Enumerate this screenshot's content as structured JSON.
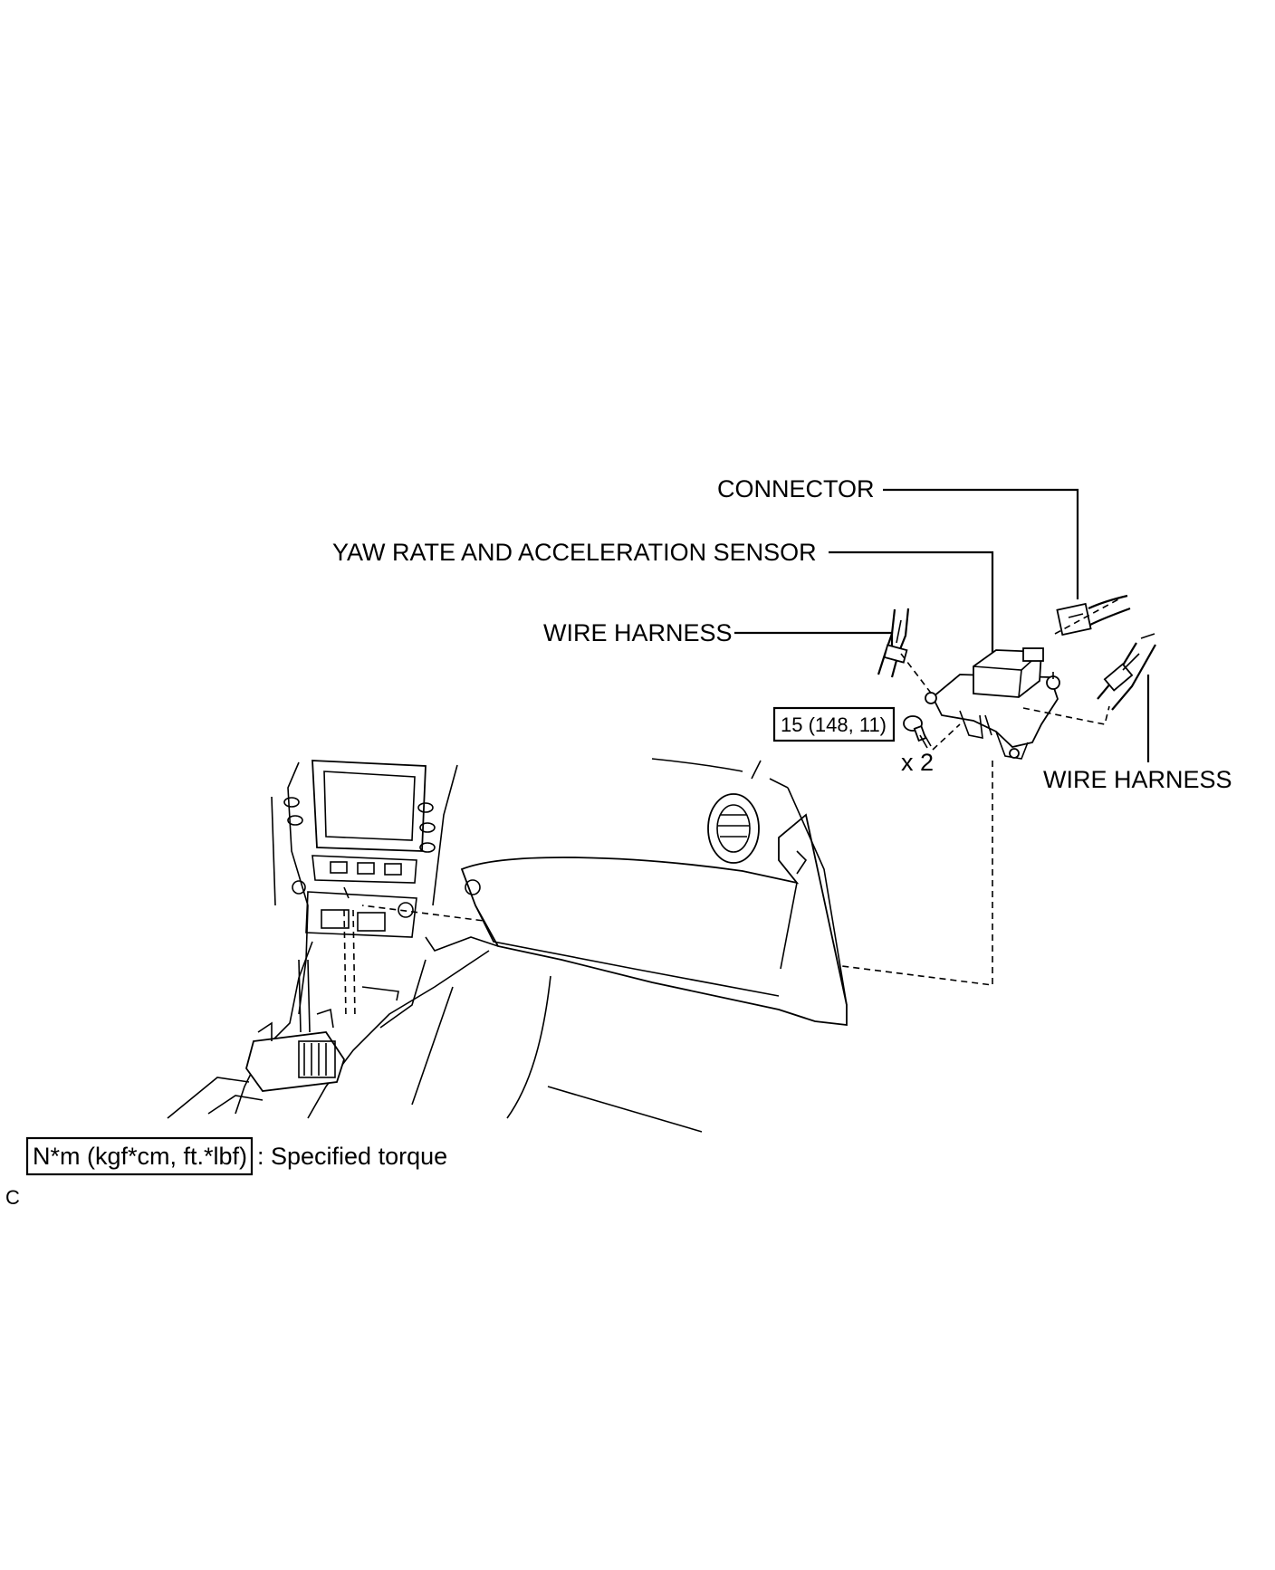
{
  "labels": {
    "connector": "CONNECTOR",
    "sensor": "YAW RATE AND ACCELERATION SENSOR",
    "wire_harness_left": "WIRE HARNESS",
    "wire_harness_right": "WIRE HARNESS",
    "torque_value": "15 (148, 11)",
    "bolt_count": "x 2"
  },
  "legend": {
    "torque_units": "N*m (kgf*cm, ft.*lbf)",
    "torque_text": ": Specified torque"
  },
  "figure_code": "C"
}
